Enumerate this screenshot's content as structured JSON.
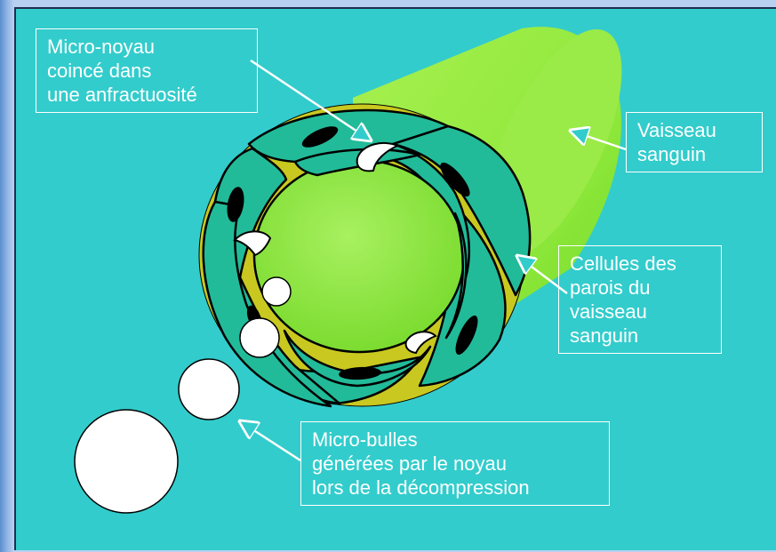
{
  "labels": {
    "micro_noyau": [
      "Micro-noyau",
      "coincé dans",
      "une anfractuosité"
    ],
    "vaisseau": [
      "Vaisseau",
      "sanguin"
    ],
    "cellules": [
      "Cellules des",
      "parois du",
      "vaisseau",
      "sanguin"
    ],
    "micro_bulles": [
      "Micro-bulles",
      "générées par le noyau",
      "lors de la décompression"
    ]
  },
  "colors": {
    "background": "#33cccc",
    "vessel": "#99ee44",
    "vessel_lumen": "#aaf060",
    "wall_layer": "#c8c820",
    "cell": "#22bb99",
    "nucleus": "#000000",
    "bubble": "#ffffff",
    "label_border": "#ffffff"
  }
}
